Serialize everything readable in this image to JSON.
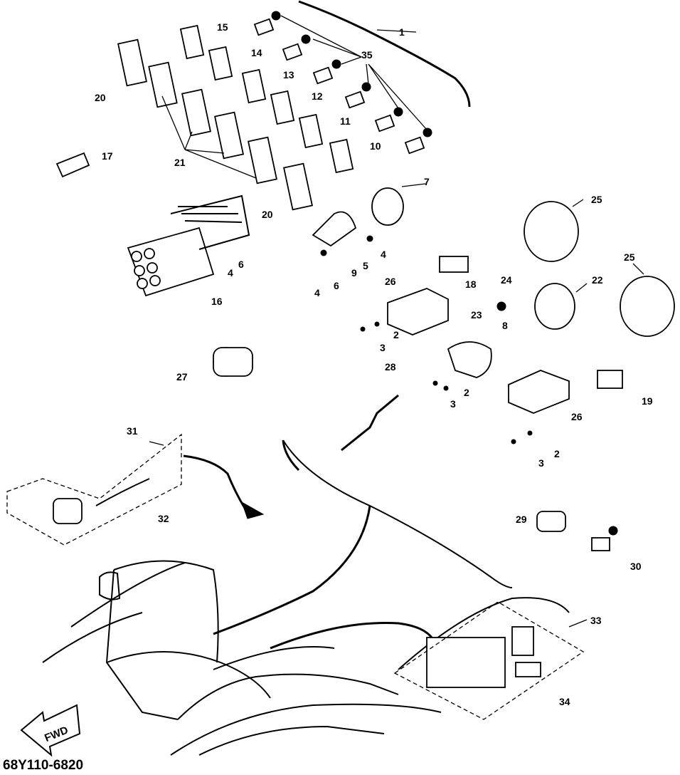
{
  "diagram": {
    "code": "68Y110-6820",
    "fwd_label": "FWD",
    "callouts": {
      "c1": "1",
      "c2a": "2",
      "c2b": "2",
      "c2c": "2",
      "c3a": "3",
      "c3b": "3",
      "c3c": "3",
      "c4a": "4",
      "c4b": "4",
      "c4c": "4",
      "c5": "5",
      "c6a": "6",
      "c6b": "6",
      "c7": "7",
      "c8": "8",
      "c9": "9",
      "c10": "10",
      "c11": "11",
      "c12": "12",
      "c13": "13",
      "c14": "14",
      "c15": "15",
      "c16": "16",
      "c17": "17",
      "c18": "18",
      "c19": "19",
      "c20a": "20",
      "c20b": "20",
      "c21": "21",
      "c22": "22",
      "c23": "23",
      "c24": "24",
      "c25a": "25",
      "c25b": "25",
      "c26a": "26",
      "c26b": "26",
      "c27": "27",
      "c28": "28",
      "c29": "29",
      "c30": "30",
      "c31": "31",
      "c32": "32",
      "c33": "33",
      "c34": "34",
      "c35": "35"
    }
  }
}
